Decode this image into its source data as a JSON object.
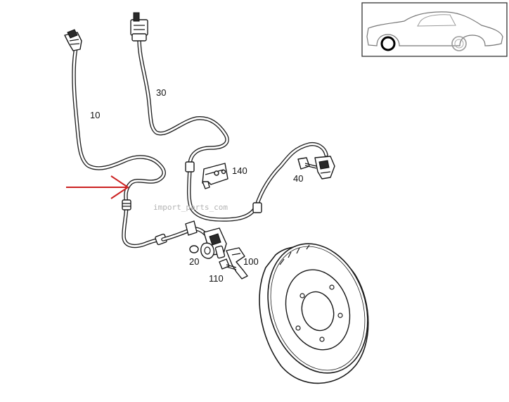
{
  "callouts": {
    "p10": "10",
    "p30": "30",
    "p140": "140",
    "p40": "40",
    "p20": "20",
    "p100": "100",
    "p110": "110"
  },
  "watermark": "import_parts_com",
  "colors": {
    "arrow": "#cc2222",
    "line": "#1a1a1a",
    "highlighted_wheel": "#000000",
    "other_wheel": "#999999"
  },
  "locator": {
    "highlighted_wheel": "front"
  }
}
